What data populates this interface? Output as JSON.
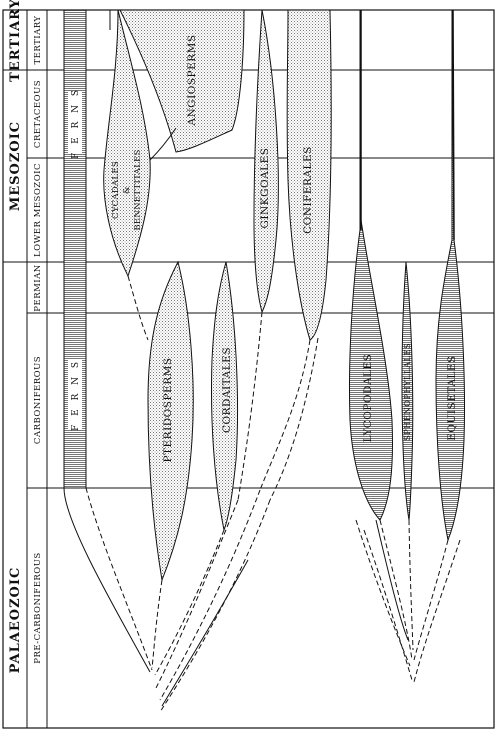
{
  "eras": [
    {
      "key": "palaeozoic",
      "label": "PALAEOZOIC"
    },
    {
      "key": "mesozoic",
      "label": "MESOZOIC"
    },
    {
      "key": "tertiary",
      "label": "TERTIARY"
    }
  ],
  "periods": [
    {
      "key": "pre_carboniferous",
      "label": "PRE-CARBONIFEROUS"
    },
    {
      "key": "carboniferous",
      "label": "CARBONIFEROUS"
    },
    {
      "key": "permian",
      "label": "PERMIAN"
    },
    {
      "key": "lower_mesozoic",
      "label": "LOWER MESOZOIC"
    },
    {
      "key": "cretaceous",
      "label": "CRETACEOUS"
    },
    {
      "key": "tertiary",
      "label": "TERTIARY"
    }
  ],
  "groups": {
    "ferns": "F E R N S",
    "cycadales_1": "CYCADALES",
    "cycadales_2": "&",
    "cycadales_3": "BENNETTITALES",
    "angiosperms": "ANGIOSPERMS",
    "ginkgoales": "GINKGOALES",
    "coniferales": "CONIFERALES",
    "pteridosperms": "PTERIDOSPERMS",
    "cordaitales": "CORDAITALES",
    "lycopodales": "LYCOPODALES",
    "sphenophyllales": "SPHENOPHYLLALES",
    "equisetales": "EQUISETALES"
  },
  "colors": {
    "ink": "#111111",
    "shade": "#9a9a9a",
    "paper": "#ffffff"
  }
}
